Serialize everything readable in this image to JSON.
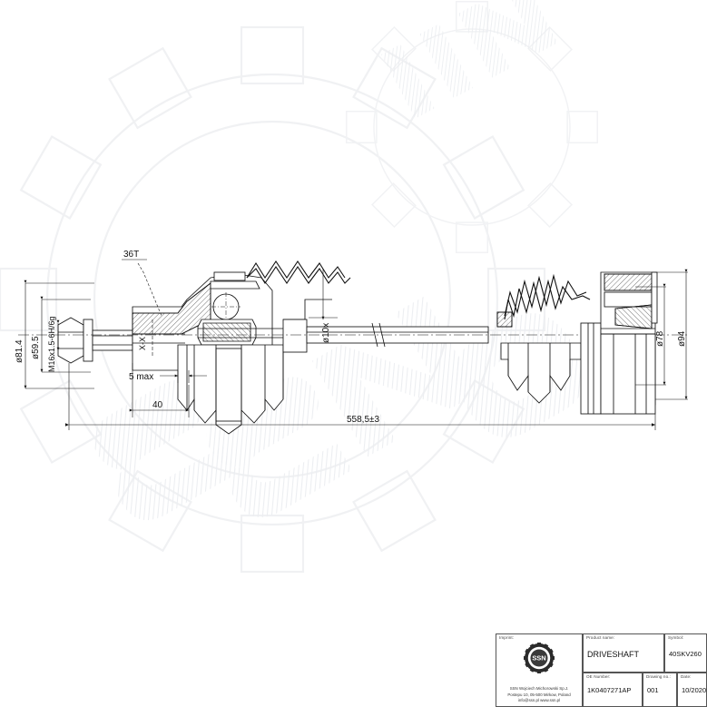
{
  "document": {
    "kind": "engineering-drawing",
    "background": "#ffffff",
    "line_color": "#111111",
    "watermark_color": "#f2f3f5"
  },
  "drawing": {
    "section_label": "X-X",
    "annotations": [
      {
        "id": "spline_teeth",
        "text": "36T"
      },
      {
        "id": "dia_flange_outer",
        "text": "ø81.4"
      },
      {
        "id": "dia_flange_inner",
        "text": "ø59.5"
      },
      {
        "id": "thread_spec",
        "text": "M16x1.5-6H/6g"
      },
      {
        "id": "gap_max",
        "text": "5 max"
      },
      {
        "id": "dim_40",
        "text": "40"
      },
      {
        "id": "dia_boot_left",
        "text": "ø10x"
      },
      {
        "id": "dia_hub_inner",
        "text": "ø78"
      },
      {
        "id": "dia_hub_outer",
        "text": "ø94"
      },
      {
        "id": "overall_length",
        "text": "558,5±3"
      }
    ]
  },
  "title_block": {
    "imprint": {
      "label": "Imprint:",
      "company": "SSN Wojciech Michorowski Sp.J.",
      "address": "Postepu 10, 05-500 Mirkow, Poland",
      "web": "info@ssn.pl  www.ssn.pl",
      "logo_icon": "gear-logo-icon"
    },
    "product_name": {
      "label": "Product name:",
      "value": "DRIVESHAFT"
    },
    "symbol": {
      "label": "Symbol:",
      "value": "40SKV260"
    },
    "oe_number": {
      "label": "OE Number:",
      "value": "1K0407271AP"
    },
    "drawing_no": {
      "label": "Drawing no.:",
      "value": "001"
    },
    "date": {
      "label": "Date:",
      "value": "10/2020"
    }
  },
  "watermark": {
    "shape": "gear-wheel",
    "brand_letters": "SSN"
  }
}
